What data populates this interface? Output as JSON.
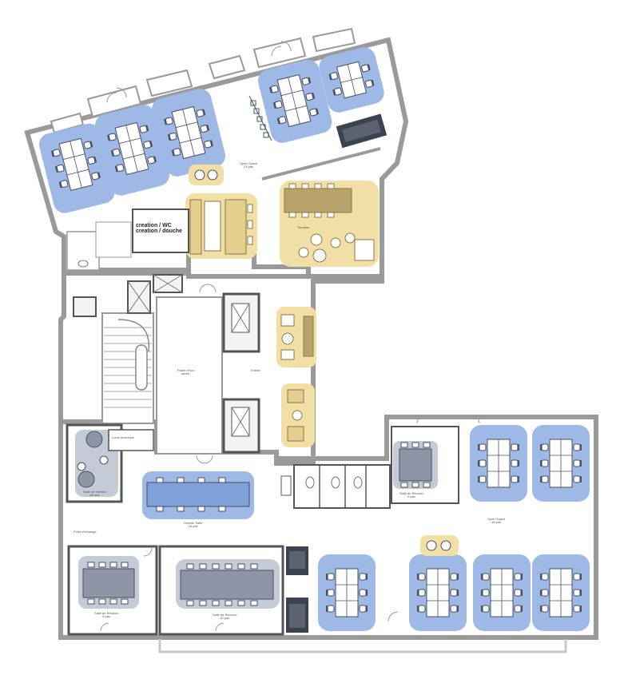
{
  "plan": {
    "colors": {
      "wall": "#9a9a9a",
      "wall_dark": "#6e6e6e",
      "floor": "#ffffff",
      "work_zone": "#9fb9e6",
      "work_zone_alt": "#7fa0d9",
      "lounge_zone": "#f1dfa6",
      "meeting_zone": "#c4cad6",
      "furniture": "#4a5060",
      "desk": "#ffffff",
      "tiles": "#eeeeee"
    },
    "rooms": {
      "open_space_north": {
        "name": "Open Space",
        "capacity": "24 pax"
      },
      "showers": {
        "line1": "creation / WC",
        "line2": "creation / douche"
      },
      "lounge_north": {
        "name": "Terrasse"
      },
      "hall": {
        "name": "Palier d'hon",
        "sub": "ascen."
      },
      "entry": {
        "name": "Entrée"
      },
      "focus_west": {
        "name": "Salle de réunion",
        "capacity": "4/6 pax"
      },
      "tech_room": {
        "name": "Local technique"
      },
      "dining_table": {
        "name": "Grande Salle",
        "capacity": "16 pax"
      },
      "passage": {
        "name": "Point d'échange"
      },
      "meeting_south_west": {
        "name": "Salle de Réunion",
        "capacity": "8 pax"
      },
      "meeting_south_center": {
        "name": "Salle de Réunion",
        "capacity": "12 pax"
      },
      "meeting_east": {
        "name": "Salle de Réunion",
        "capacity": "6 pax"
      },
      "open_space_east": {
        "name": "Open Space",
        "capacity": "48 pax"
      }
    }
  }
}
